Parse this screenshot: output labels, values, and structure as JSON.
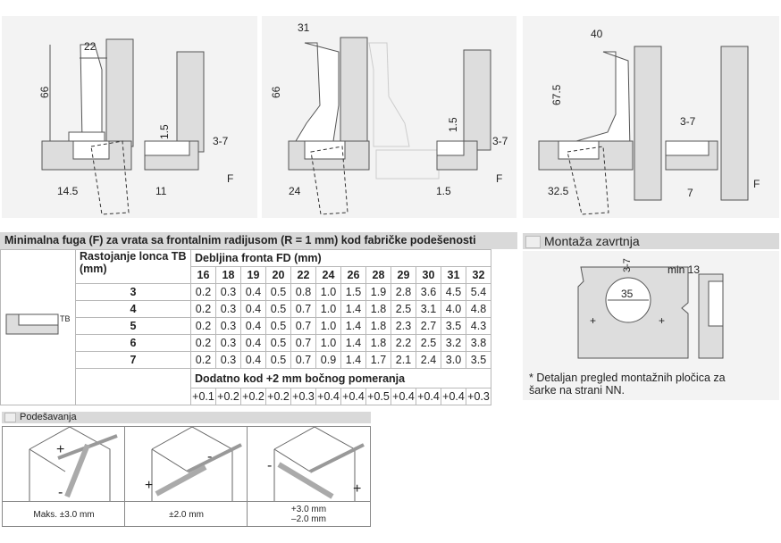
{
  "diagrams": [
    {
      "width": "22",
      "height": "66",
      "offset": "14.5",
      "side": "11",
      "gap": "1.5",
      "tb": "3-7",
      "f": "F"
    },
    {
      "width": "31",
      "height": "66",
      "offset": "24",
      "side": "1.5",
      "gap": "1.5",
      "tb": "3-7",
      "f": "F"
    },
    {
      "width": "40",
      "height": "67.5",
      "offset": "32.5",
      "side": "7",
      "tb": "3-7",
      "f": "F"
    }
  ],
  "table": {
    "title": "Minimalna fuga (F) za vrata sa frontalnim radijusom (R = 1 mm) kod fabričke podešenosti",
    "tb_header": "Rastojanje lonca TB (mm)",
    "fd_header": "Debljina fronta FD (mm)",
    "tb_icon_label": "TB",
    "fd": [
      "16",
      "18",
      "19",
      "20",
      "22",
      "24",
      "26",
      "28",
      "29",
      "30",
      "31",
      "32"
    ],
    "rows": [
      {
        "tb": "3",
        "v": [
          "0.2",
          "0.3",
          "0.4",
          "0.5",
          "0.8",
          "1.0",
          "1.5",
          "1.9",
          "2.8",
          "3.6",
          "4.5",
          "5.4"
        ]
      },
      {
        "tb": "4",
        "v": [
          "0.2",
          "0.3",
          "0.4",
          "0.5",
          "0.7",
          "1.0",
          "1.4",
          "1.8",
          "2.5",
          "3.1",
          "4.0",
          "4.8"
        ]
      },
      {
        "tb": "5",
        "v": [
          "0.2",
          "0.3",
          "0.4",
          "0.5",
          "0.7",
          "1.0",
          "1.4",
          "1.8",
          "2.3",
          "2.7",
          "3.5",
          "4.3"
        ]
      },
      {
        "tb": "6",
        "v": [
          "0.2",
          "0.3",
          "0.4",
          "0.5",
          "0.7",
          "1.0",
          "1.4",
          "1.8",
          "2.2",
          "2.5",
          "3.2",
          "3.8"
        ]
      },
      {
        "tb": "7",
        "v": [
          "0.2",
          "0.3",
          "0.4",
          "0.5",
          "0.7",
          "0.9",
          "1.4",
          "1.7",
          "2.1",
          "2.4",
          "3.0",
          "3.5"
        ]
      }
    ],
    "extra_header": "Dodatno kod +2 mm bočnog pomeranja",
    "extra": [
      "+0.1",
      "+0.2",
      "+0.2",
      "+0.2",
      "+0.3",
      "+0.4",
      "+0.4",
      "+0.5",
      "+0.4",
      "+0.4",
      "+0.4",
      "+0.3"
    ]
  },
  "mounting": {
    "title": "Montaža zavrtnja",
    "dist": "3-7",
    "diameter": "35",
    "min": "min 13",
    "note1": "* Detaljan pregled montažnih pločica za",
    "note2": "šarke na strani NN."
  },
  "adjust": {
    "title": "Podešavanja",
    "items": [
      {
        "plus": "+",
        "minus": "-",
        "caption": "Maks. ±3.0 mm"
      },
      {
        "plus": "+",
        "minus": "-",
        "caption": "±2.0 mm"
      },
      {
        "plus": "+",
        "minus": "-",
        "caption": "+3.0 mm",
        "caption2": "–2.0 mm"
      }
    ]
  }
}
